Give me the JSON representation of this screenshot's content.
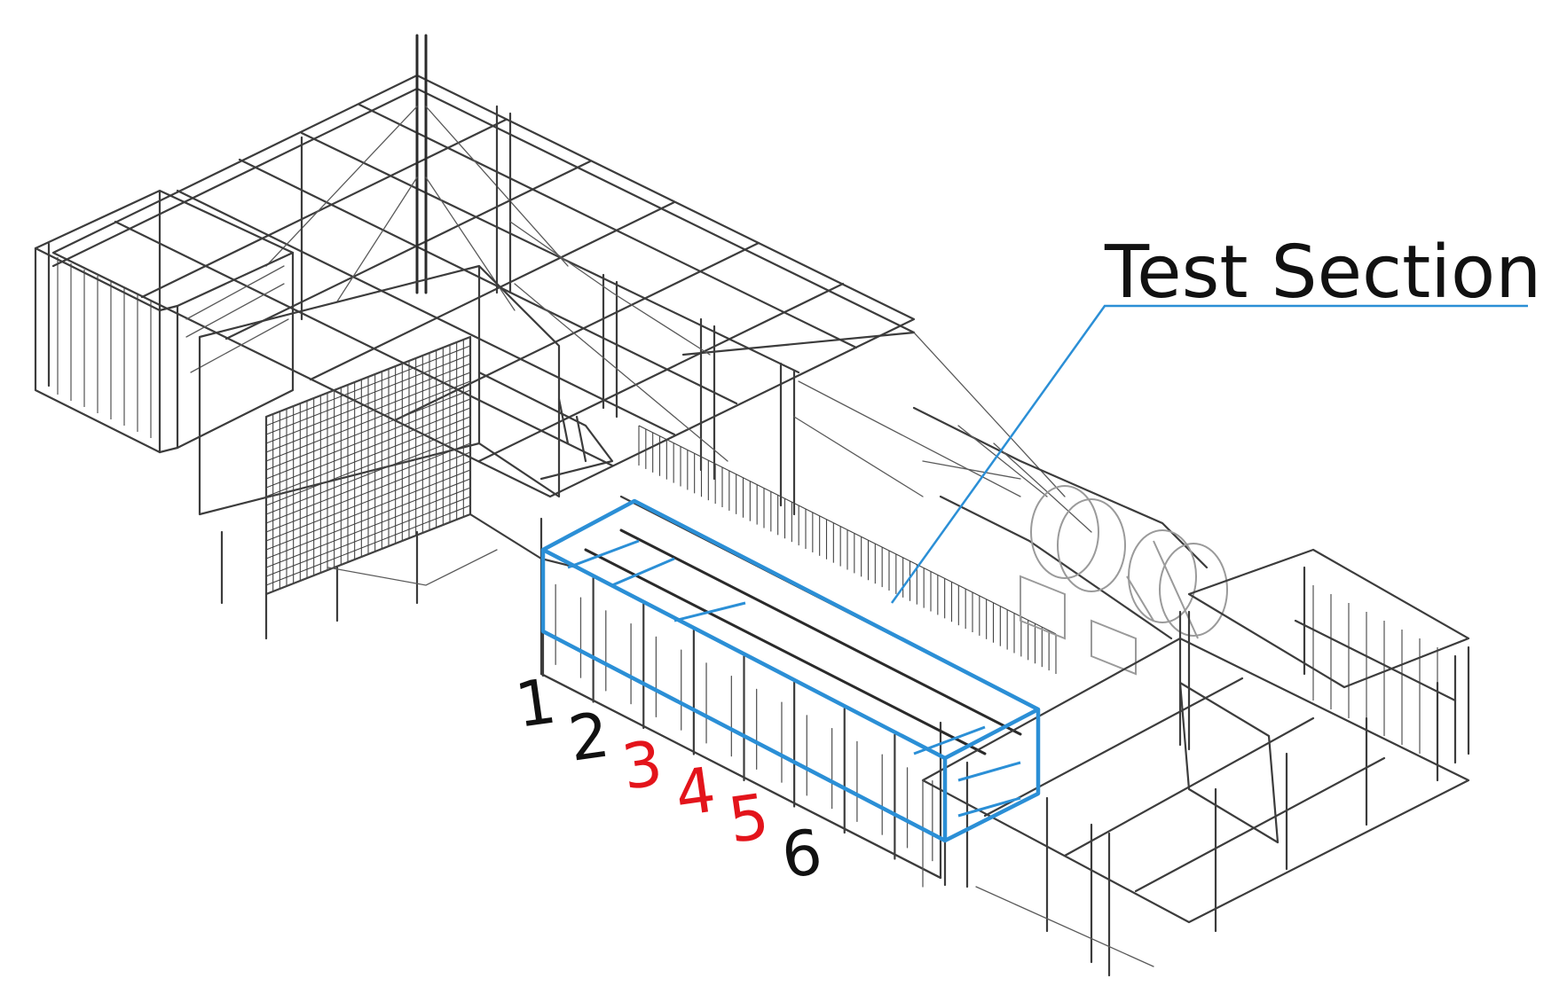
{
  "callout": {
    "label": "Test Section",
    "line_color": "#2b8fd6"
  },
  "section_numbers": [
    {
      "text": "1",
      "color": "#111111"
    },
    {
      "text": "2",
      "color": "#111111"
    },
    {
      "text": "3",
      "color": "#e3141b"
    },
    {
      "text": "4",
      "color": "#e3141b"
    },
    {
      "text": "5",
      "color": "#e3141b"
    },
    {
      "text": "6",
      "color": "#111111"
    }
  ],
  "colors": {
    "frame": "#3c3c3c",
    "highlight_box": "#2b8fd6",
    "highlight_numbers": "#e3141b",
    "normal_numbers": "#111111"
  }
}
